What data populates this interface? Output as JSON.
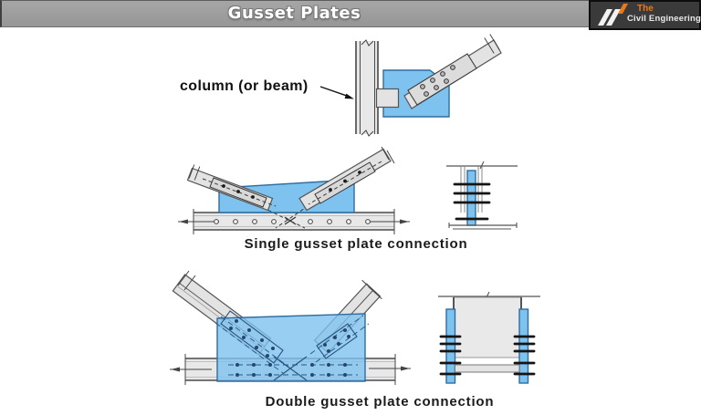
{
  "header": {
    "title": "Gusset Plates",
    "logo": {
      "line1": "The",
      "line2": "Civil Engineering"
    }
  },
  "annotations": {
    "column_label": "column (or beam)"
  },
  "captions": {
    "single": "Single gusset plate connection",
    "double": "Double gusset plate connection"
  },
  "colors": {
    "header_bar": "#9c9c9c",
    "logo_bg": "#3a3a3a",
    "logo_accent": "#e87a1e",
    "gusset_fill": "#7ec2ef",
    "gusset_stroke": "#2e6da0",
    "steel_fill": "#e3e3e3",
    "line_dark": "#4a4a4a",
    "bolt_navy": "#24486b"
  }
}
